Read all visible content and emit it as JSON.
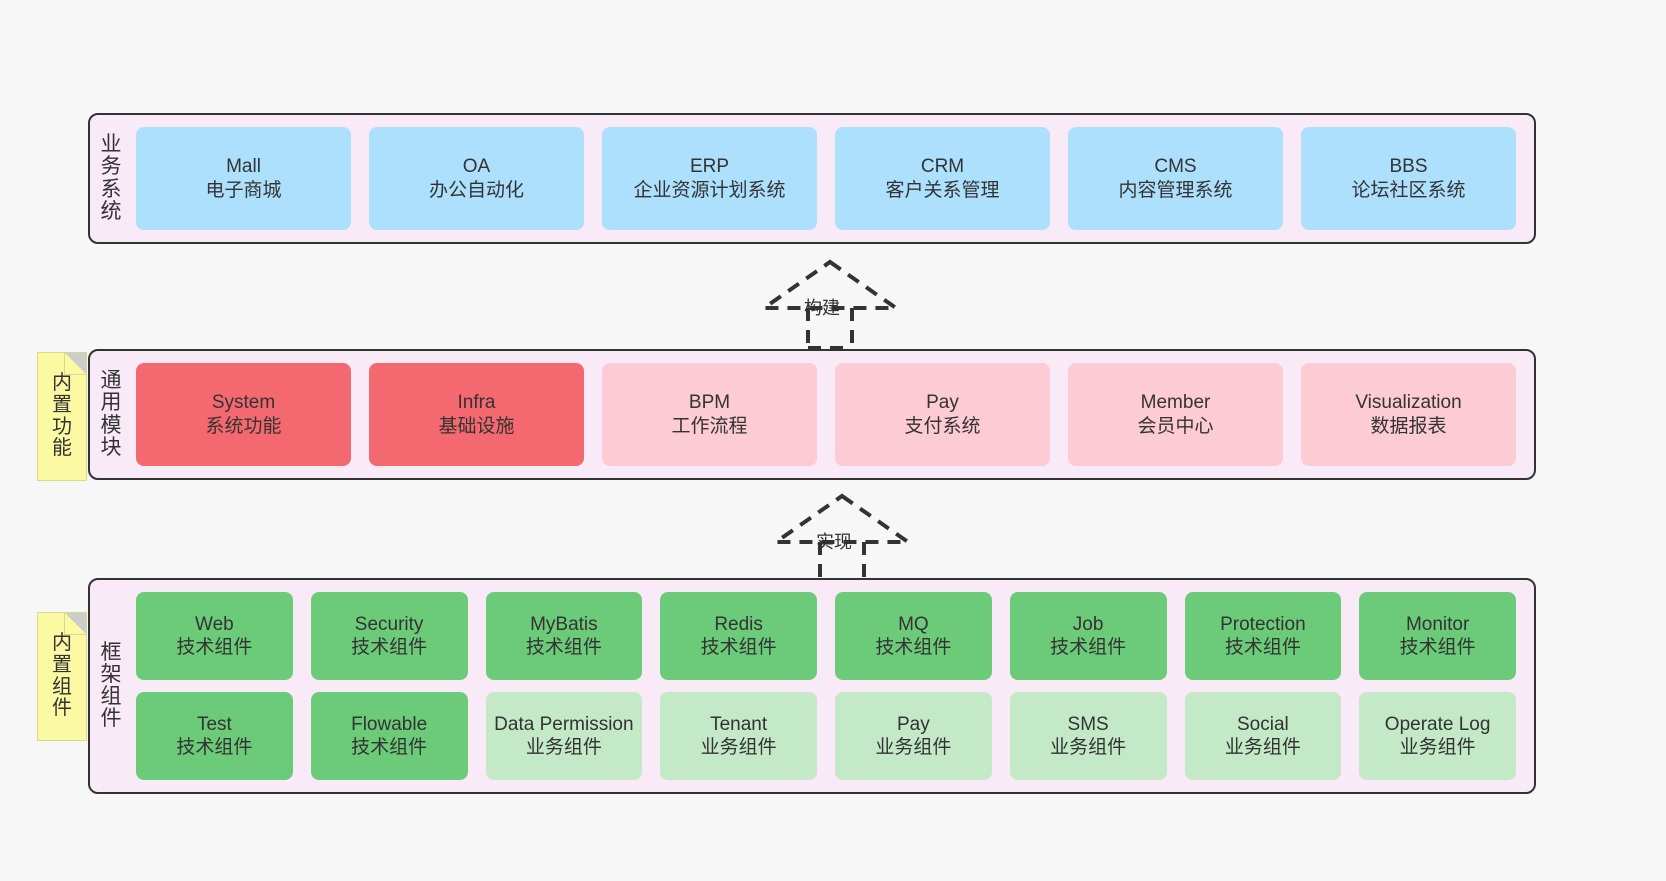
{
  "diagram": {
    "title_alt": "",
    "background_color": "#f7f7f7",
    "layer_bg_color": "#f8eaf6",
    "layer_border_color": "#333333"
  },
  "layers": [
    {
      "id": "business-systems",
      "title": "业务系统",
      "title_chars": [
        "业",
        "务",
        "系",
        "统"
      ],
      "box_color": "#ace0fd",
      "rows": [
        {
          "items": [
            {
              "name": "Mall",
              "desc": "电子商城",
              "color": "#ace0fd"
            },
            {
              "name": "OA",
              "desc": "办公自动化",
              "color": "#ace0fd"
            },
            {
              "name": "ERP",
              "desc": "企业资源计划系统",
              "color": "#ace0fd"
            },
            {
              "name": "CRM",
              "desc": "客户关系管理",
              "color": "#ace0fd"
            },
            {
              "name": "CMS",
              "desc": "内容管理系统",
              "color": "#ace0fd"
            },
            {
              "name": "BBS",
              "desc": "论坛社区系统",
              "color": "#ace0fd"
            }
          ]
        }
      ]
    },
    {
      "id": "common-modules",
      "title": "通用模块",
      "title_chars": [
        "通",
        "用",
        "模",
        "块"
      ],
      "note": {
        "text": "内置功能",
        "chars": [
          "内",
          "置",
          "功",
          "能"
        ],
        "color": "#fbfaa2"
      },
      "rows": [
        {
          "items": [
            {
              "name": "System",
              "desc": "系统功能",
              "color": "#f4696f"
            },
            {
              "name": "Infra",
              "desc": "基础设施",
              "color": "#f4696f"
            },
            {
              "name": "BPM",
              "desc": "工作流程",
              "color": "#fccbd3"
            },
            {
              "name": "Pay",
              "desc": "支付系统",
              "color": "#fccbd3"
            },
            {
              "name": "Member",
              "desc": "会员中心",
              "color": "#fccbd3"
            },
            {
              "name": "Visualization",
              "desc": "数据报表",
              "color": "#fccbd3"
            }
          ]
        }
      ]
    },
    {
      "id": "framework-components",
      "title": "框架组件",
      "title_chars": [
        "框",
        "架",
        "组",
        "件"
      ],
      "note": {
        "text": "内置组件",
        "chars": [
          "内",
          "置",
          "组",
          "件"
        ],
        "color": "#fbfaa2"
      },
      "rows": [
        {
          "items": [
            {
              "name": "Web",
              "desc": "技术组件",
              "color": "#6ccb79"
            },
            {
              "name": "Security",
              "desc": "技术组件",
              "color": "#6ccb79"
            },
            {
              "name": "MyBatis",
              "desc": "技术组件",
              "color": "#6ccb79"
            },
            {
              "name": "Redis",
              "desc": "技术组件",
              "color": "#6ccb79"
            },
            {
              "name": "MQ",
              "desc": "技术组件",
              "color": "#6ccb79"
            },
            {
              "name": "Job",
              "desc": "技术组件",
              "color": "#6ccb79"
            },
            {
              "name": "Protection",
              "desc": "技术组件",
              "color": "#6ccb79"
            },
            {
              "name": "Monitor",
              "desc": "技术组件",
              "color": "#6ccb79"
            }
          ]
        },
        {
          "items": [
            {
              "name": "Test",
              "desc": "技术组件",
              "color": "#6ccb79"
            },
            {
              "name": "Flowable",
              "desc": "技术组件",
              "color": "#6ccb79"
            },
            {
              "name": "Data Permission",
              "desc": "业务组件",
              "color": "#c3e9c7"
            },
            {
              "name": "Tenant",
              "desc": "业务组件",
              "color": "#c3e9c7"
            },
            {
              "name": "Pay",
              "desc": "业务组件",
              "color": "#c3e9c7"
            },
            {
              "name": "SMS",
              "desc": "业务组件",
              "color": "#c3e9c7"
            },
            {
              "name": "Social",
              "desc": "业务组件",
              "color": "#c3e9c7"
            },
            {
              "name": "Operate Log",
              "desc": "业务组件",
              "color": "#c3e9c7"
            }
          ]
        }
      ]
    }
  ],
  "arrows": [
    {
      "id": "arrow-build",
      "label": "构建",
      "style": "dashed-hollow-triangle",
      "direction": "up"
    },
    {
      "id": "arrow-implement",
      "label": "实现",
      "style": "dashed-hollow-triangle",
      "direction": "up"
    }
  ]
}
